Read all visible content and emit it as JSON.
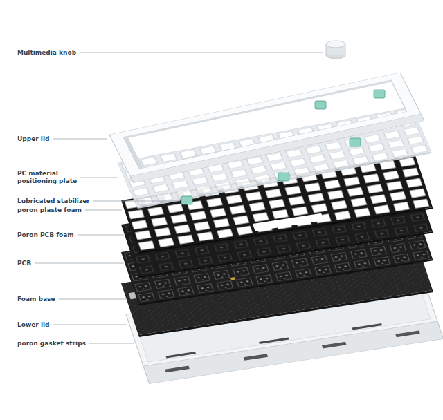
{
  "diagram": {
    "labels": [
      "Multimedia knob",
      "Upper lid",
      "PC material positioning plate",
      "Lubricated stabilizer",
      "poron plaste foam",
      "Poron PCB foam",
      "PCB",
      "Foam base",
      "Lower lid",
      "poron gasket strips"
    ]
  }
}
